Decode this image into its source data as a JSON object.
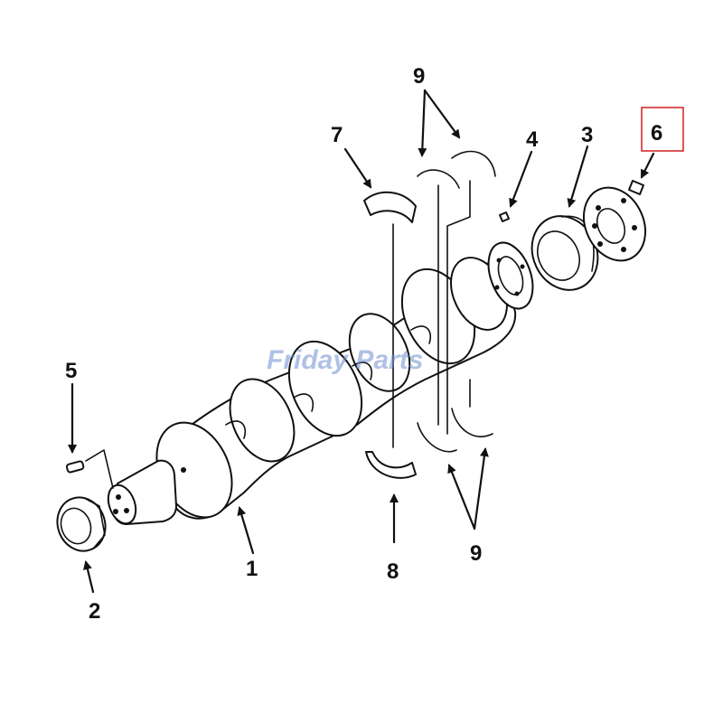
{
  "callouts": [
    {
      "id": "1",
      "label": "1"
    },
    {
      "id": "2",
      "label": "2"
    },
    {
      "id": "3",
      "label": "3"
    },
    {
      "id": "4",
      "label": "4"
    },
    {
      "id": "5",
      "label": "5"
    },
    {
      "id": "6",
      "label": "6"
    },
    {
      "id": "7",
      "label": "7"
    },
    {
      "id": "8",
      "label": "8"
    },
    {
      "id": "9a",
      "label": "9"
    },
    {
      "id": "9b",
      "label": "9"
    }
  ],
  "highlighted_callout": "6",
  "watermark": {
    "text": "Friday Parts"
  },
  "colors": {
    "ink": "#111111",
    "highlight": "#d02020",
    "watermark": "#6f8fd0"
  }
}
